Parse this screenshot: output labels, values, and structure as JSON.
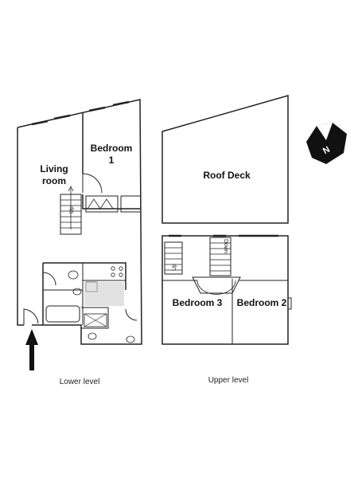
{
  "floorplan": {
    "lower_level": {
      "caption": "Lower level",
      "rooms": {
        "living_room_line1": "Living",
        "living_room_line2": "room",
        "bedroom1_line1": "Bedroom",
        "bedroom1_line2": "1"
      },
      "stairs_label": "Up"
    },
    "upper_level": {
      "caption": "Upper level",
      "rooms": {
        "roof_deck": "Roof Deck",
        "bedroom3": "Bedroom 3",
        "bedroom2": "Bedroom 2"
      },
      "stairs_up_label": "Up",
      "stairs_down_label": "Down"
    },
    "compass": {
      "letter": "N"
    },
    "entrance": {
      "icon": "arrow-up-icon"
    }
  }
}
